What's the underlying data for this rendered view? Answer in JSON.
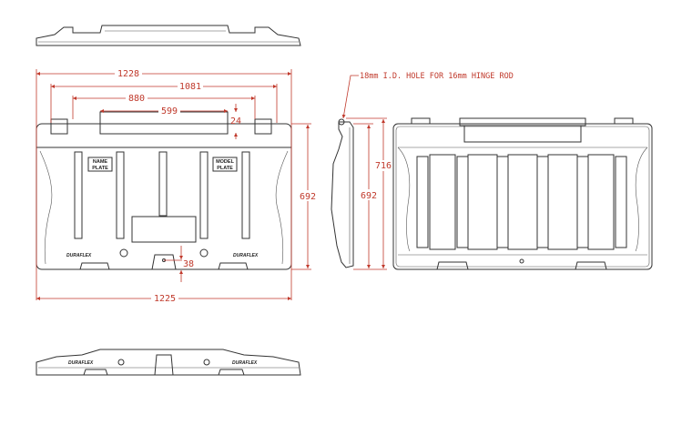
{
  "front_view": {
    "dimensions": {
      "overall_top": "1228",
      "hinge_span": "1081",
      "hinge_outer": "880",
      "lid_handle": "599",
      "hinge_height": "24",
      "height": "692",
      "hole_offset": "38",
      "overall_bottom": "1225"
    },
    "name_plate": [
      "NAME",
      "PLATE"
    ],
    "model_plate": [
      "MODEL",
      "PLATE"
    ],
    "logo_text": "DURAFLEX"
  },
  "side_view": {
    "note": "18mm I.D. HOLE FOR 16mm HINGE ROD",
    "dimensions": {
      "overall_height": "716",
      "height": "692"
    }
  },
  "colors": {
    "dimension": "#c0392b",
    "line": "#333333"
  }
}
